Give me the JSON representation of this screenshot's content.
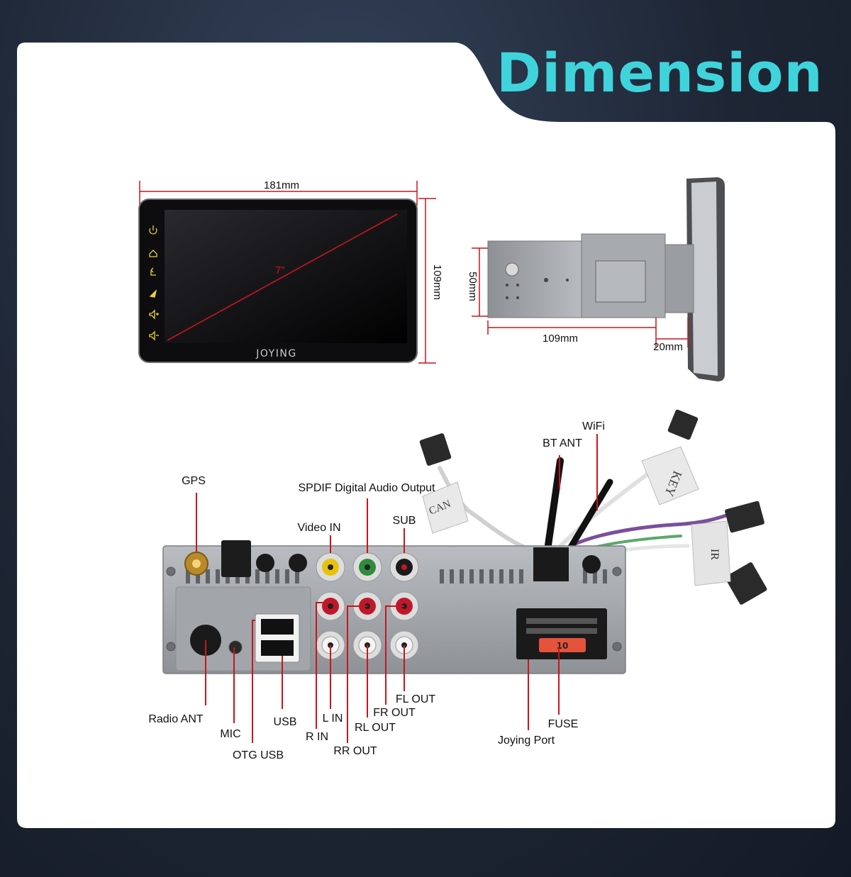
{
  "page": {
    "title": "Dimension"
  },
  "front_view": {
    "width_label": "181mm",
    "height_label": "109mm",
    "diagonal_label": "7\"",
    "brand": "JOYING",
    "side_buttons": [
      "power-icon",
      "home-icon",
      "back-icon",
      "nav-icon",
      "volume-up-icon",
      "volume-down-icon"
    ]
  },
  "side_view": {
    "depth_height_label": "50mm",
    "depth_label": "109mm",
    "bezel_label": "20mm"
  },
  "rear_view": {
    "connectors": {
      "gps": "GPS",
      "spdif": "SPDIF Digital Audio Output",
      "video_in": "Video IN",
      "sub": "SUB",
      "bt_ant": "BT ANT",
      "wifi": "WiFi",
      "radio_ant": "Radio ANT",
      "mic": "MIC",
      "otg_usb": "OTG USB",
      "usb": "USB",
      "r_in": "R IN",
      "l_in": "L IN",
      "rr_out": "RR OUT",
      "rl_out": "RL OUT",
      "fr_out": "FR OUT",
      "fl_out": "FL OUT",
      "joying_port": "Joying Port",
      "fuse": "FUSE"
    },
    "tags": {
      "can": "CAN",
      "key": "KEY",
      "ir": "IR",
      "fuse_value": "10"
    },
    "colors": {
      "accent_title": "#3fd4dc",
      "callout_red": "#c8161d",
      "rca_yellow": "#e8c20a",
      "rca_green": "#2f8c3c",
      "rca_red": "#c0182a",
      "rca_white": "#e8e8e8"
    }
  }
}
